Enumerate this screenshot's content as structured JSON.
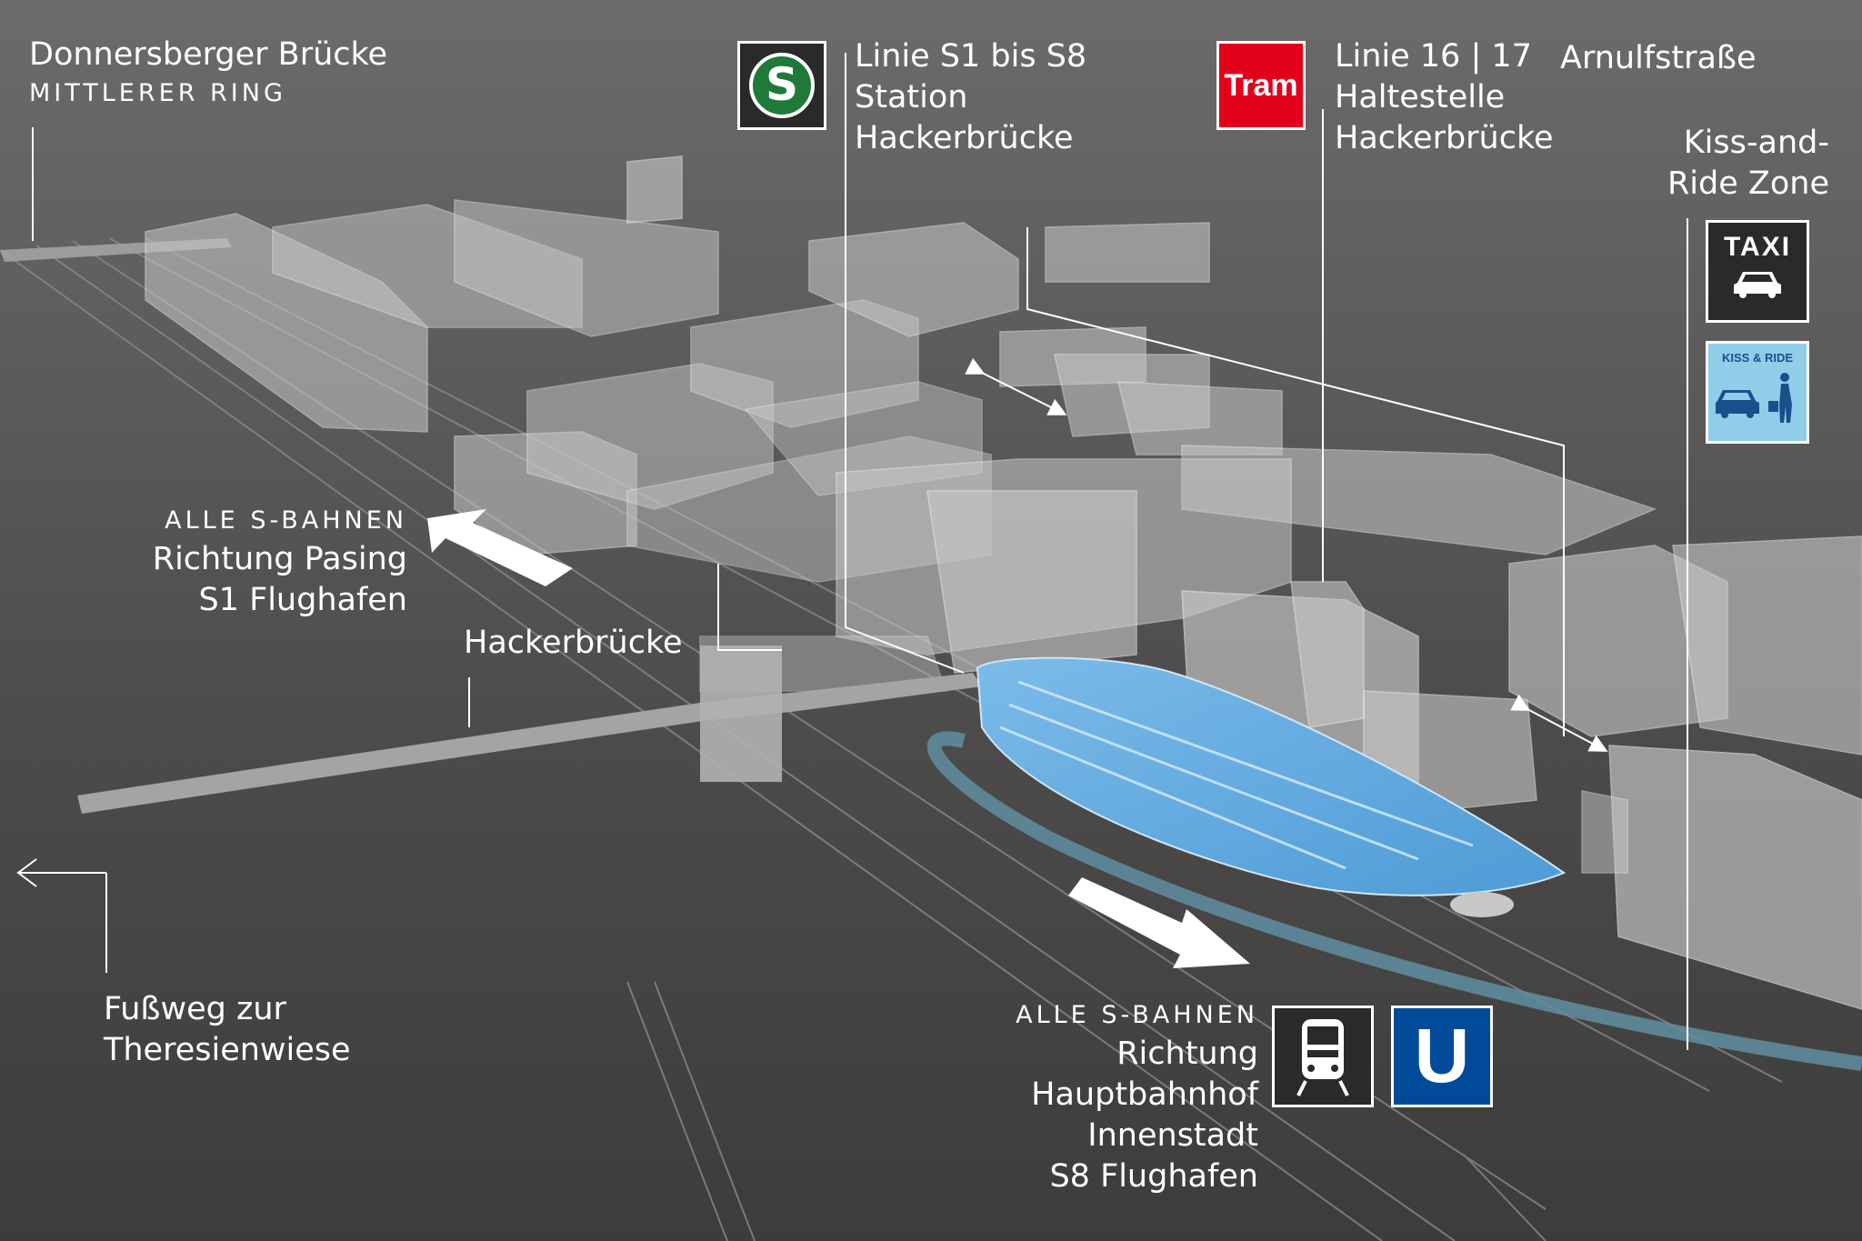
{
  "labels": {
    "donnersberger": {
      "line1": "Donnersberger Brücke",
      "line2": "MITTLERER RING"
    },
    "sbahn_station": {
      "line1": "Linie S1 bis S8",
      "line2": "Station",
      "line3": "Hackerbrücke"
    },
    "tram_stop": {
      "line1": "Linie 16 | 17",
      "line2": "Haltestelle",
      "line3": "Hackerbrücke"
    },
    "arnulfstrasse": "Arnulfstraße",
    "kiss_ride_zone": {
      "line1": "Kiss-and-",
      "line2": "Ride Zone"
    },
    "pasing": {
      "line1": "ALLE S-BAHNEN",
      "line2": "Richtung Pasing",
      "line3": "S1 Flughafen"
    },
    "hackerbruecke": "Hackerbrücke",
    "fussweg": {
      "line1": "Fußweg zur",
      "line2": "Theresienwiese"
    },
    "hauptbahnhof": {
      "line1": "ALLE S-BAHNEN",
      "line2": "Richtung",
      "line3": "Hauptbahnhof",
      "line4": "Innenstadt",
      "line5": "S8 Flughafen"
    }
  },
  "signs": {
    "sbahn": {
      "text": "S",
      "color": "#1f7a3a"
    },
    "tram": {
      "text": "Tram",
      "color": "#e3001b"
    },
    "taxi": {
      "text": "TAXI",
      "color": "#2a2a2a"
    },
    "kiss_ride": {
      "text": "KISS & RIDE",
      "color": "#8fcde8"
    },
    "train": {
      "icon": "train-icon",
      "color": "#2a2a2a"
    },
    "ubahn": {
      "text": "U",
      "color": "#004a99"
    }
  },
  "colors": {
    "background_top": "#6a6968",
    "background_bottom": "#3e3d3c",
    "station_roof": "#6fb3e6",
    "track_accent": "#5f8ea1"
  }
}
